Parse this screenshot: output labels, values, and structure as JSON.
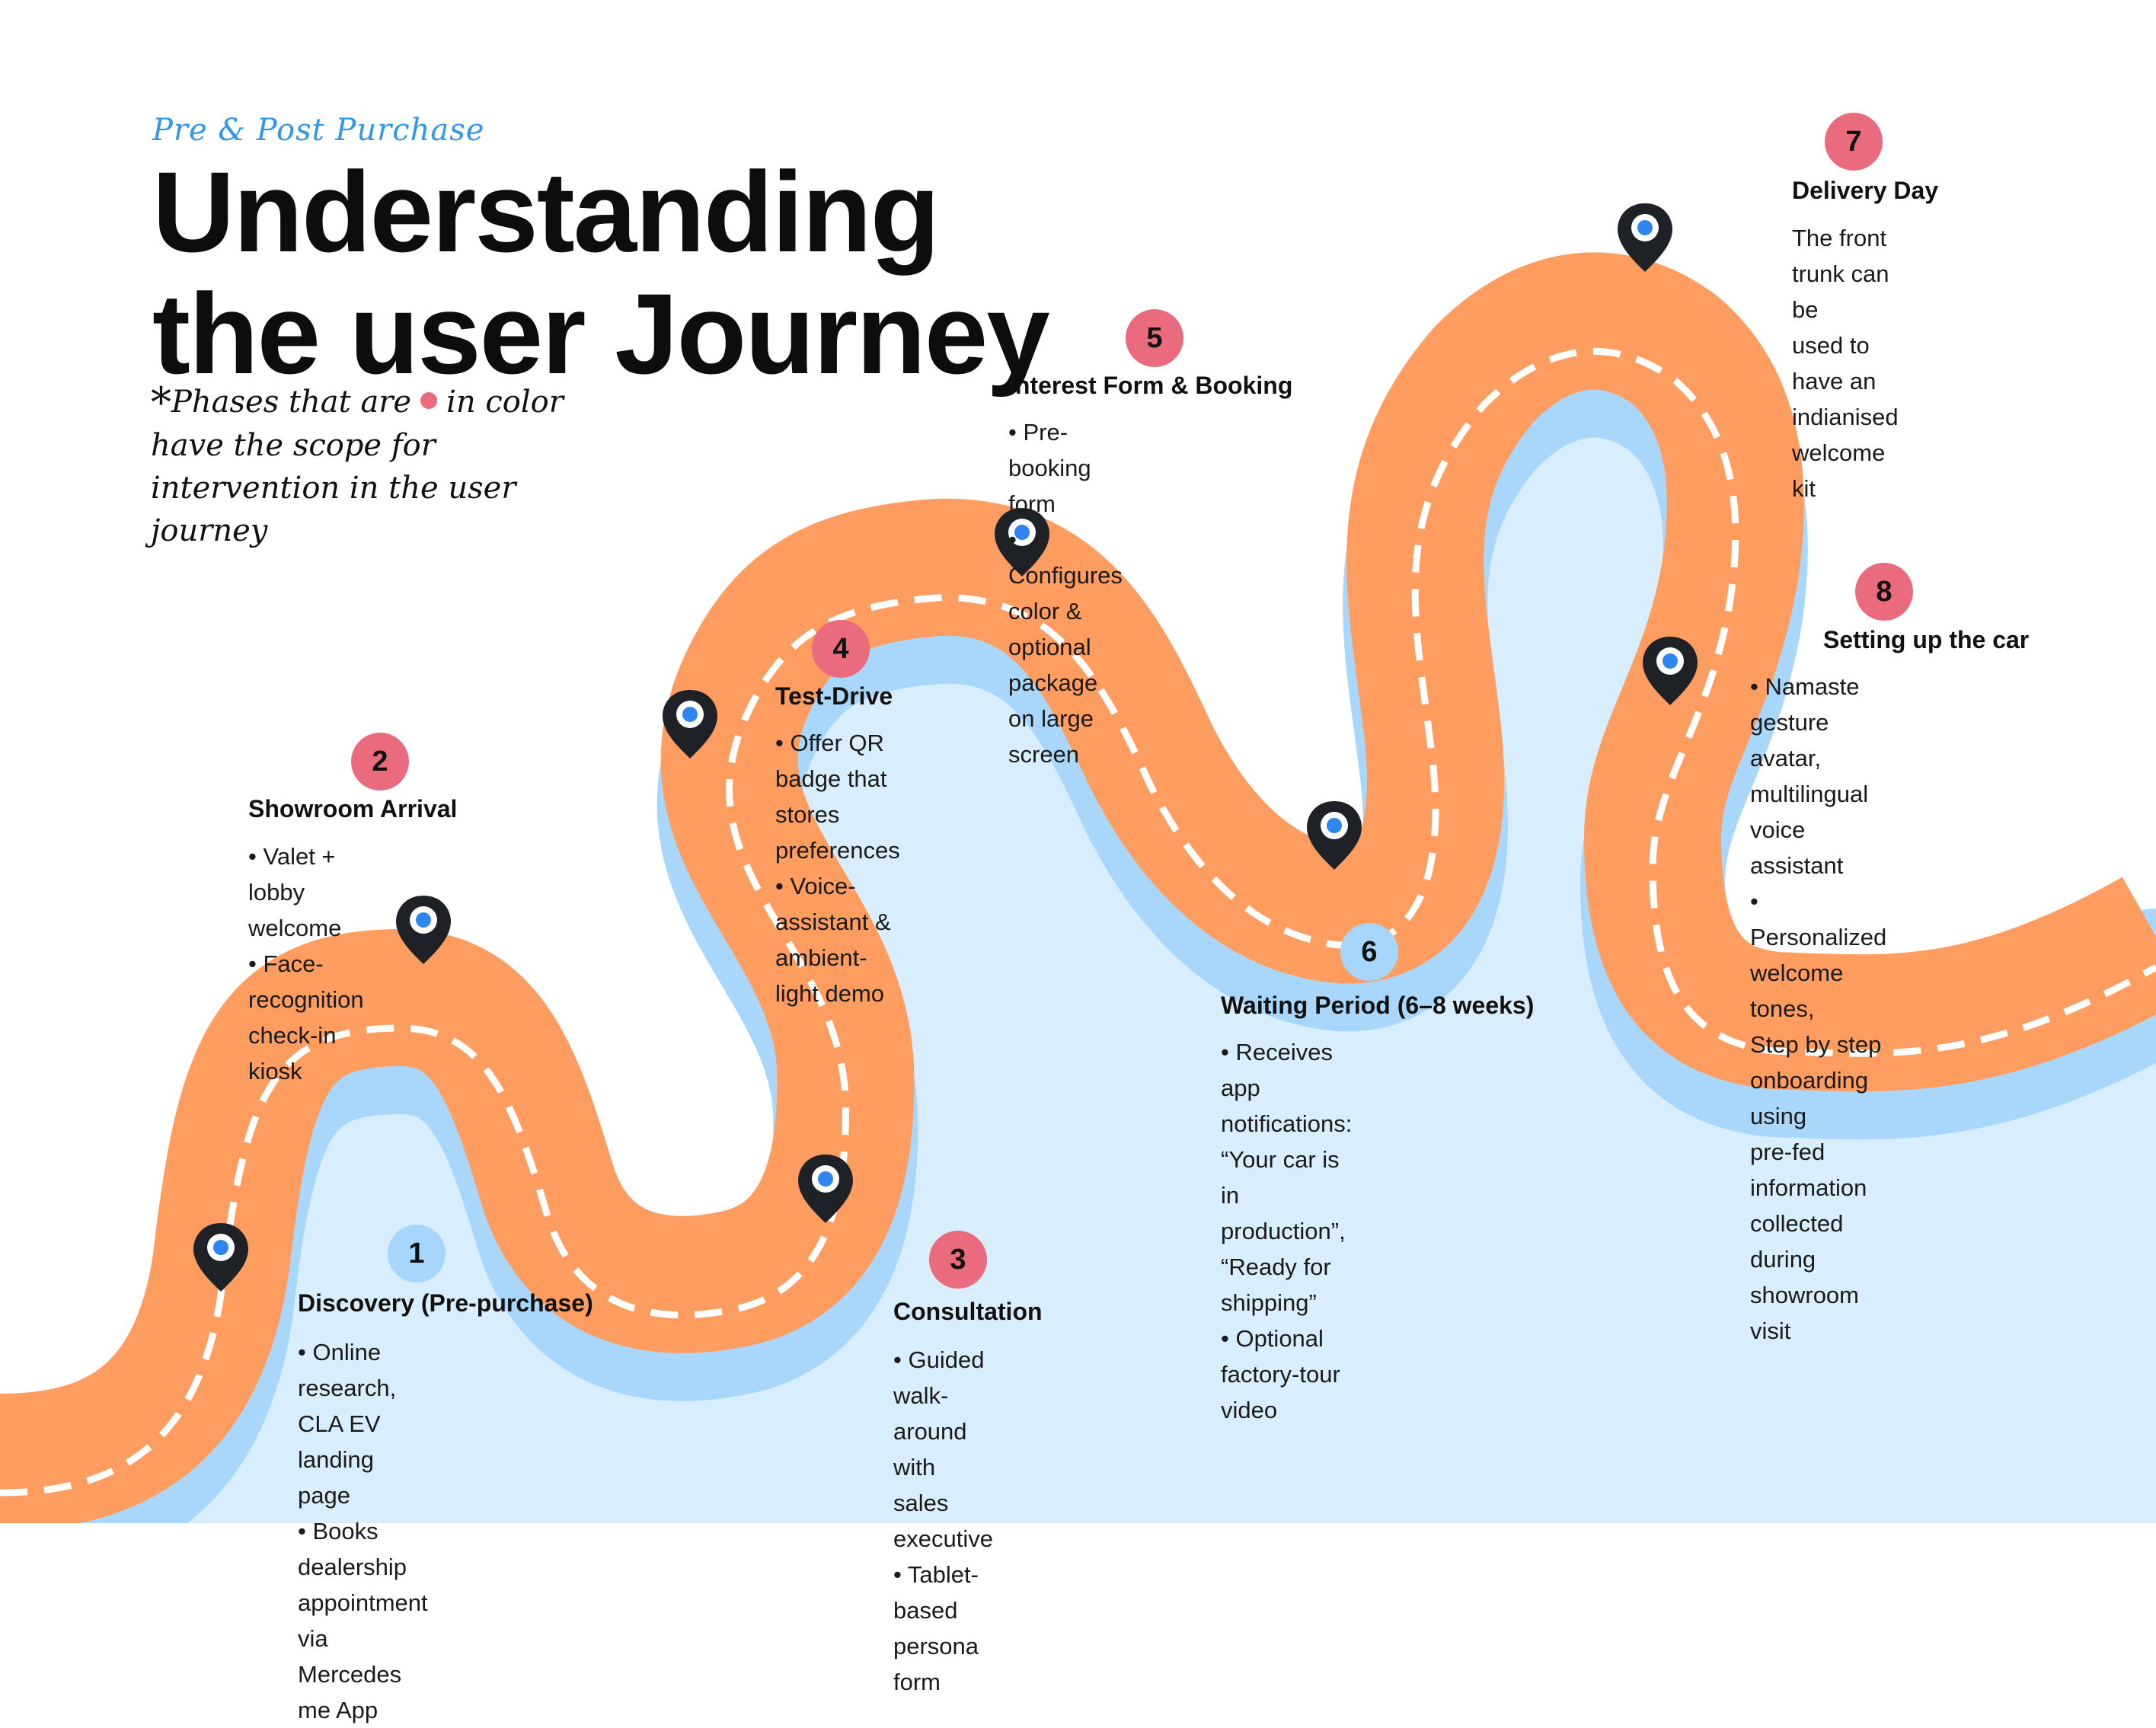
{
  "header": {
    "eyebrow": "Pre & Post Purchase",
    "title_line1": "Understanding",
    "title_line2": "the user Journey"
  },
  "note": {
    "star": "*",
    "text_before": "Phases that are",
    "text_after": "in color have the scope for intervention in the user journey",
    "dot_color": "#ea6b7d"
  },
  "colors": {
    "road": "#fe9d5f",
    "road_shadow": "#a8d7fb",
    "land": "#d9eefc",
    "dash": "#ffffff",
    "pin": "#1e2126",
    "pin_center": "#2f86ef",
    "highlight_badge": "#ea6b7d",
    "neutral_badge": "#a6d6fb"
  },
  "phases": [
    {
      "number": "1",
      "title": "Discovery (Pre-purchase)",
      "highlight": false,
      "bullets": [
        "• Online research, CLA EV landing page",
        "• Books dealership appointment via",
        "Mercedes me App"
      ]
    },
    {
      "number": "2",
      "title": "Showroom Arrival",
      "highlight": true,
      "bullets": [
        "• Valet + lobby welcome",
        "• Face-recognition check-in kiosk"
      ]
    },
    {
      "number": "3",
      "title": "Consultation",
      "highlight": true,
      "bullets": [
        "• Guided walk-around with sales executive",
        "• Tablet-based persona form"
      ]
    },
    {
      "number": "4",
      "title": "Test-Drive",
      "highlight": true,
      "bullets": [
        "• Offer QR badge that",
        "stores preferences",
        "• Voice-assistant &",
        "ambient-light demo"
      ]
    },
    {
      "number": "5",
      "title": "Interest Form & Booking",
      "highlight": true,
      "bullets": [
        "• Pre-booking form",
        "• Configures color & optional",
        "package on large screen"
      ]
    },
    {
      "number": "6",
      "title": "Waiting Period (6–8 weeks)",
      "highlight": false,
      "bullets": [
        "• Receives app notifications:",
        "“Your car is in production”,",
        "“Ready for shipping”",
        "• Optional factory-tour video"
      ]
    },
    {
      "number": "7",
      "title": "Delivery Day",
      "highlight": true,
      "bullets": [
        "The front trunk can be",
        "used to have an",
        "indianised welcome kit"
      ]
    },
    {
      "number": "8",
      "title": "Setting up the car",
      "highlight": true,
      "bullets": [
        "• Namaste gesture avatar,",
        "multilingual voice assistant",
        "• Personalized welcome tones,",
        "Step by step onboarding using",
        "pre-fed information collected",
        "during showroom visit"
      ]
    }
  ]
}
